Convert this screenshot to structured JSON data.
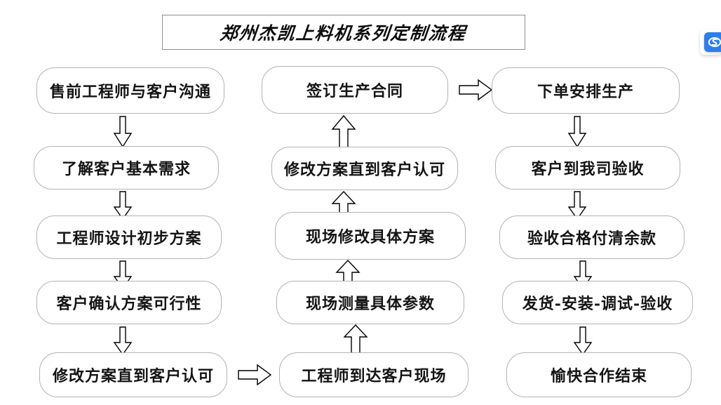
{
  "title": {
    "text": "郑州杰凯上料机系列定制流程"
  },
  "columns": [
    {
      "id": "column-1",
      "direction": "down",
      "nodes": [
        {
          "label": "售前工程师与客户沟通"
        },
        {
          "label": "了解客户基本需求"
        },
        {
          "label": "工程师设计初步方案"
        },
        {
          "label": "客户确认方案可行性"
        },
        {
          "label": "修改方案直到客户认可"
        }
      ]
    },
    {
      "id": "column-2",
      "direction": "up",
      "nodes": [
        {
          "label": "签订生产合同"
        },
        {
          "label": "修改方案直到客户认可"
        },
        {
          "label": "现场修改具体方案"
        },
        {
          "label": "现场测量具体参数"
        },
        {
          "label": "工程师到达客户现场"
        }
      ]
    },
    {
      "id": "column-3",
      "direction": "down",
      "nodes": [
        {
          "label": "下单安排生产"
        },
        {
          "label": "客户到我司验收"
        },
        {
          "label": "验收合格付清余款"
        },
        {
          "label": "发货-安装-调试-验收"
        },
        {
          "label": "愉快合作结束"
        }
      ]
    }
  ],
  "connectors": {
    "bottom_left_to_middle": "arrow-right",
    "middle_top_to_right": "arrow-right"
  },
  "logo": {
    "name": "site-logo-badge",
    "glyph": "S",
    "color": "#2f7ded"
  },
  "colors": {
    "node_border": "#b3b3b3",
    "title_border": "#8e8e8e",
    "text": "#141414",
    "arrow_stroke": "#000000",
    "background": "#ffffff"
  }
}
